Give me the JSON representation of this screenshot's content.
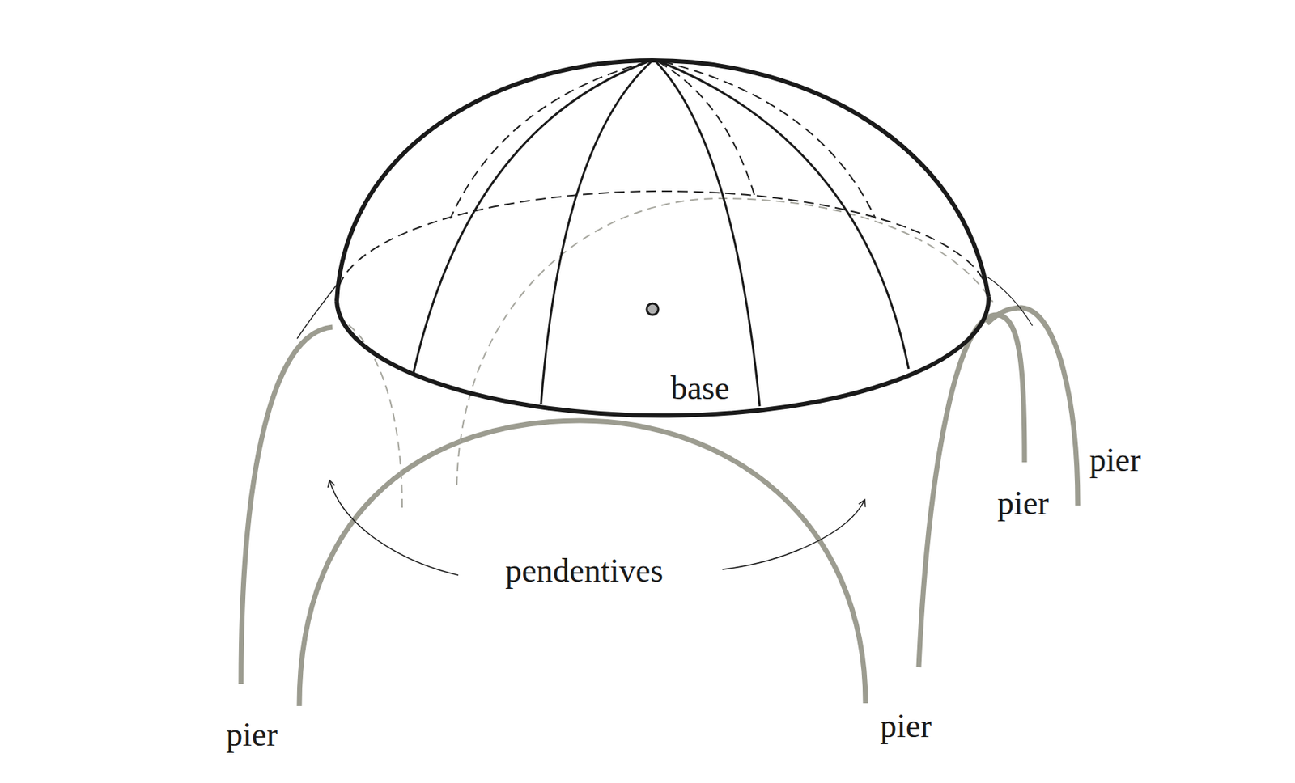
{
  "diagram": {
    "labels": [
      "base",
      "pendentives",
      "pier",
      "pier",
      "pier",
      "pier"
    ]
  }
}
